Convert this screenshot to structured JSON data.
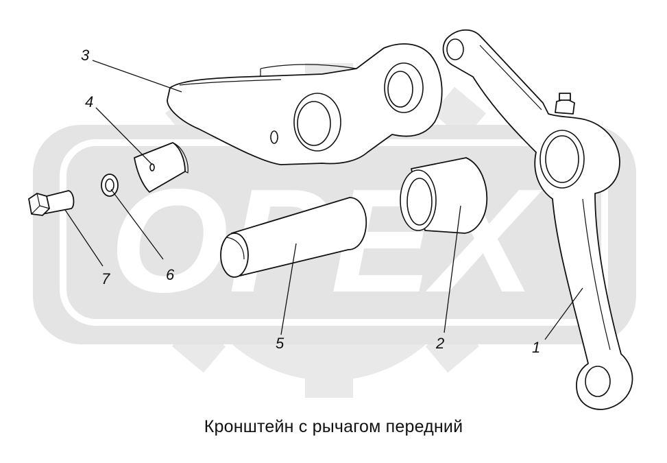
{
  "caption": "Кронштейн с рычагом передний",
  "watermark": {
    "text": "OPEX",
    "color": "#e4e4e4"
  },
  "callouts": [
    {
      "id": "1",
      "label": "1"
    },
    {
      "id": "2",
      "label": "2"
    },
    {
      "id": "3",
      "label": "3"
    },
    {
      "id": "4",
      "label": "4"
    },
    {
      "id": "5",
      "label": "5"
    },
    {
      "id": "6",
      "label": "6"
    },
    {
      "id": "7",
      "label": "7"
    }
  ]
}
